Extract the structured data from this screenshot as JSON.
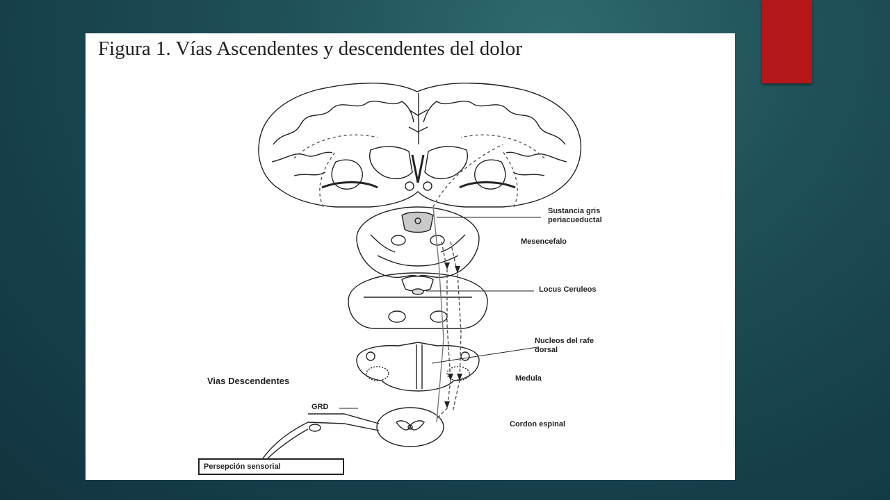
{
  "figure": {
    "title": "Figura 1. Vías Ascendentes y descendentes del dolor",
    "labels": {
      "sustancia_gris": "Sustancia gris\nperiacueductal",
      "mesencefalo": "Mesencefalo",
      "locus": "Locus Ceruleos",
      "nucleos": "Nucleos del rafe\ndorsal",
      "medula": "Medula",
      "vias": "Vias Descendentes",
      "grd": "GRD",
      "cordon": "Cordon espinal",
      "percepcion": "Persepción sensorial"
    }
  },
  "colors": {
    "background": "#1a4652",
    "accent": "#b5161a",
    "figure_bg": "#ffffff",
    "ink": "#222222"
  }
}
